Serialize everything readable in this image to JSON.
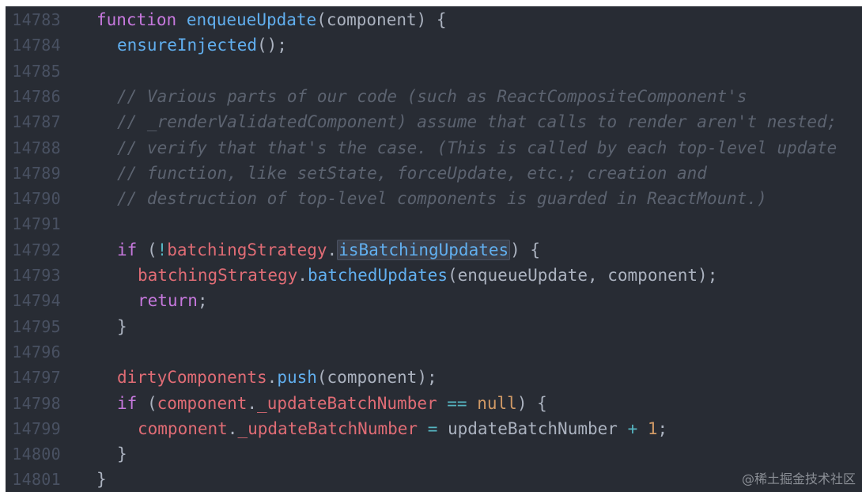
{
  "editor": {
    "lines": [
      {
        "num": "14783",
        "tokens": [
          {
            "t": "function",
            "c": "kw"
          },
          {
            "t": " ",
            "c": "plain"
          },
          {
            "t": "enqueueUpdate",
            "c": "fn"
          },
          {
            "t": "(component) {",
            "c": "plain"
          }
        ]
      },
      {
        "num": "14784",
        "tokens": [
          {
            "t": "ensureInjected",
            "c": "fn"
          },
          {
            "t": "();",
            "c": "plain"
          }
        ]
      },
      {
        "num": "14785",
        "tokens": []
      },
      {
        "num": "14786",
        "tokens": [
          {
            "t": "// Various parts of our code (such as ReactCompositeComponent's",
            "c": "com"
          }
        ]
      },
      {
        "num": "14787",
        "tokens": [
          {
            "t": "// _renderValidatedComponent) assume that calls to render aren't nested;",
            "c": "com"
          }
        ]
      },
      {
        "num": "14788",
        "tokens": [
          {
            "t": "// verify that that's the case. (This is called by each top-level update",
            "c": "com"
          }
        ]
      },
      {
        "num": "14789",
        "tokens": [
          {
            "t": "// function, like setState, forceUpdate, etc.; creation and",
            "c": "com"
          }
        ]
      },
      {
        "num": "14790",
        "tokens": [
          {
            "t": "// destruction of top-level components is guarded in ReactMount.)",
            "c": "com"
          }
        ]
      },
      {
        "num": "14791",
        "tokens": []
      },
      {
        "num": "14792",
        "tokens": [
          {
            "t": "if",
            "c": "kw"
          },
          {
            "t": " (",
            "c": "plain"
          },
          {
            "t": "!",
            "c": "op"
          },
          {
            "t": "batchingStrategy",
            "c": "var"
          },
          {
            "t": ".",
            "c": "plain"
          },
          {
            "t": "isBatchingUpdates",
            "c": "prop hl"
          },
          {
            "t": ") {",
            "c": "plain"
          }
        ]
      },
      {
        "num": "14793",
        "tokens": [
          {
            "t": "batchingStrategy",
            "c": "var"
          },
          {
            "t": ".",
            "c": "plain"
          },
          {
            "t": "batchedUpdates",
            "c": "prop"
          },
          {
            "t": "(enqueueUpdate, component);",
            "c": "plain"
          }
        ]
      },
      {
        "num": "14794",
        "tokens": [
          {
            "t": "return",
            "c": "kw"
          },
          {
            "t": ";",
            "c": "plain"
          }
        ]
      },
      {
        "num": "14795",
        "tokens": [
          {
            "t": "}",
            "c": "plain"
          }
        ]
      },
      {
        "num": "14796",
        "tokens": []
      },
      {
        "num": "14797",
        "tokens": [
          {
            "t": "dirtyComponents",
            "c": "var"
          },
          {
            "t": ".",
            "c": "plain"
          },
          {
            "t": "push",
            "c": "prop"
          },
          {
            "t": "(component);",
            "c": "plain"
          }
        ]
      },
      {
        "num": "14798",
        "tokens": [
          {
            "t": "if",
            "c": "kw"
          },
          {
            "t": " (",
            "c": "plain"
          },
          {
            "t": "component",
            "c": "var"
          },
          {
            "t": ".",
            "c": "plain"
          },
          {
            "t": "_updateBatchNumber",
            "c": "var"
          },
          {
            "t": " ",
            "c": "plain"
          },
          {
            "t": "==",
            "c": "op"
          },
          {
            "t": " ",
            "c": "plain"
          },
          {
            "t": "null",
            "c": "num"
          },
          {
            "t": ") {",
            "c": "plain"
          }
        ]
      },
      {
        "num": "14799",
        "tokens": [
          {
            "t": "component",
            "c": "var"
          },
          {
            "t": ".",
            "c": "plain"
          },
          {
            "t": "_updateBatchNumber",
            "c": "var"
          },
          {
            "t": " ",
            "c": "plain"
          },
          {
            "t": "=",
            "c": "op"
          },
          {
            "t": " updateBatchNumber ",
            "c": "plain"
          },
          {
            "t": "+",
            "c": "op"
          },
          {
            "t": " ",
            "c": "plain"
          },
          {
            "t": "1",
            "c": "num"
          },
          {
            "t": ";",
            "c": "plain"
          }
        ]
      },
      {
        "num": "14800",
        "tokens": [
          {
            "t": "}",
            "c": "plain"
          }
        ]
      },
      {
        "num": "14801",
        "tokens": [
          {
            "t": "}",
            "c": "plain"
          }
        ]
      }
    ]
  },
  "watermark": "@稀土掘金技术社区",
  "colors": {
    "background": "#282c34",
    "gutter": "#495162",
    "keyword": "#c678dd",
    "function": "#61afef",
    "variable": "#e06c75",
    "comment": "#5c6370",
    "number": "#d19a66",
    "operator": "#56b6c2"
  }
}
